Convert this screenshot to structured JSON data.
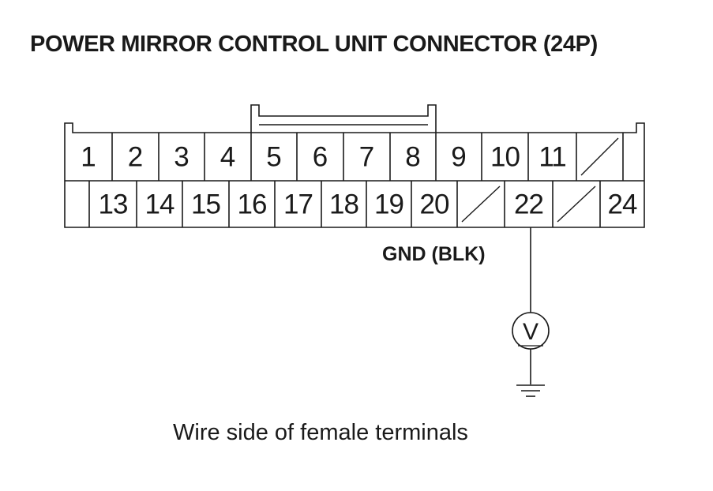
{
  "title": "POWER MIRROR CONTROL UNIT CONNECTOR (24P)",
  "connector": {
    "top_row": [
      {
        "label": "1"
      },
      {
        "label": "2"
      },
      {
        "label": "3"
      },
      {
        "label": "4"
      },
      {
        "label": "5"
      },
      {
        "label": "6"
      },
      {
        "label": "7"
      },
      {
        "label": "8"
      },
      {
        "label": "9"
      },
      {
        "label": "10"
      },
      {
        "label": "11"
      },
      {
        "label": "",
        "unused": true
      },
      {
        "label": "",
        "blank": true
      }
    ],
    "bottom_row": [
      {
        "label": "",
        "blank": true
      },
      {
        "label": "13"
      },
      {
        "label": "14"
      },
      {
        "label": "15"
      },
      {
        "label": "16"
      },
      {
        "label": "17"
      },
      {
        "label": "18"
      },
      {
        "label": "19"
      },
      {
        "label": "20"
      },
      {
        "label": "",
        "unused": true
      },
      {
        "label": "22"
      },
      {
        "label": "",
        "unused": true
      },
      {
        "label": "24"
      }
    ]
  },
  "probe": {
    "terminal": "22",
    "wire_label": "GND (BLK)",
    "meter_symbol": "V",
    "meter_icon": "voltmeter-icon",
    "ground_icon": "ground-icon"
  },
  "caption": "Wire side of female terminals"
}
